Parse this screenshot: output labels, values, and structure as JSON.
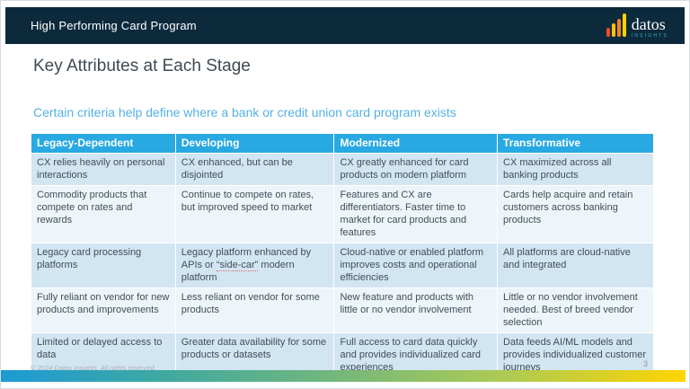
{
  "header_bar": {
    "title": "High Performing Card Program"
  },
  "logo": {
    "wordmark": "datos",
    "subtext": "INSIGHTS",
    "icon": "bar-chart-icon",
    "bar_colors": [
      "#f04e23",
      "#ffc20e",
      "#f58220",
      "#ffd200"
    ]
  },
  "page": {
    "title": "Key Attributes at Each Stage",
    "subtitle": "Certain criteria help define where a bank or credit union card program exists"
  },
  "table": {
    "columns": [
      "Legacy-Dependent",
      "Developing",
      "Modernized",
      "Transformative"
    ],
    "rows": [
      [
        "CX relies heavily on personal interactions",
        "CX enhanced, but can be disjointed",
        "CX greatly enhanced for card products on modern platform",
        "CX maximized across all banking products"
      ],
      [
        "Commodity products that compete on rates and rewards",
        "Continue to compete on rates, but improved speed to market",
        "Features and CX are differentiators. Faster time to market for card products and features",
        "Cards help acquire and retain customers across banking products"
      ],
      [
        "Legacy card processing platforms",
        "Legacy platform enhanced by APIs or “side-car” modern platform",
        "Cloud-native or enabled platform improves costs and operational efficiencies",
        "All platforms are cloud-native and integrated"
      ],
      [
        "Fully reliant on vendor for new products and improvements",
        "Less reliant on vendor for some products",
        "New feature and products with little or no vendor involvement",
        "Little or no vendor involvement needed. Best of breed vendor selection"
      ],
      [
        "Limited or delayed access to data",
        "Greater data availability for some products or datasets",
        "Full access to card data quickly and provides individualized card experiences",
        "Data feeds AI/ML models and provides individualized customer journeys"
      ]
    ],
    "sidecar_cell": {
      "before": "Legacy platform enhanced by APIs or ",
      "word": "“side-car”",
      "after": " modern platform"
    }
  },
  "footer": {
    "copyright": "© 2024 Datos Insights. All rights reserved.",
    "page_number": "3"
  },
  "colors": {
    "topbar_navy": "#0d2a3d",
    "table_header_blue": "#29a9e1",
    "row_odd": "#d2e5f3",
    "row_even": "#edf5fa",
    "subtitle_blue": "#53b1e4",
    "gradient": [
      "#1c9ad6",
      "#3fa9a0",
      "#76b87a",
      "#aecb52",
      "#ffd400"
    ]
  }
}
